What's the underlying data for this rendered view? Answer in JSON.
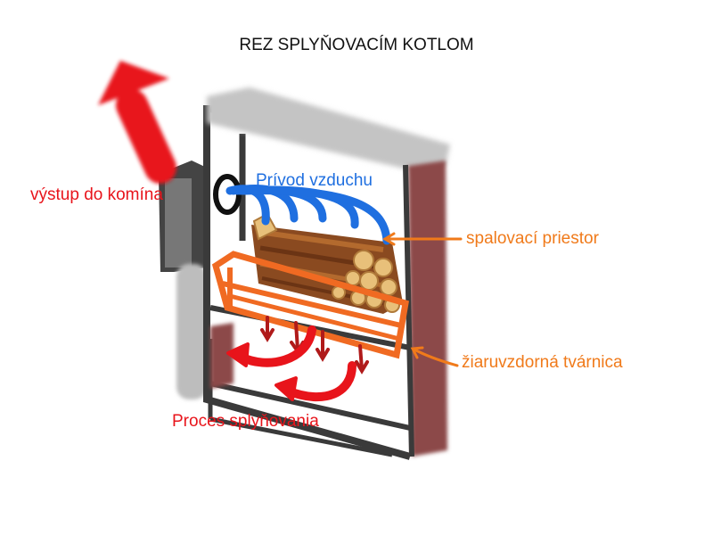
{
  "title": "REZ SPLYŇOVACÍM KOTLOM",
  "labels": {
    "exhaust": "výstup do komína",
    "air_supply": "Prívod vzduchu",
    "combustion_chamber": "spalovací priestor",
    "firebrick": "žiaruvzdorná tvárnica",
    "gasification": "Proces splyňovania"
  },
  "colors": {
    "exhaust": "#e8141b",
    "air_supply": "#1f6fe0",
    "combustion_chamber": "#f07a1a",
    "firebrick": "#f07a1a",
    "gasification": "#e8141b",
    "frame": "#3a3a3a",
    "side_panel": "#8c4a4a",
    "grate": "#f06a22",
    "down_arrows": "#b01a1a"
  }
}
